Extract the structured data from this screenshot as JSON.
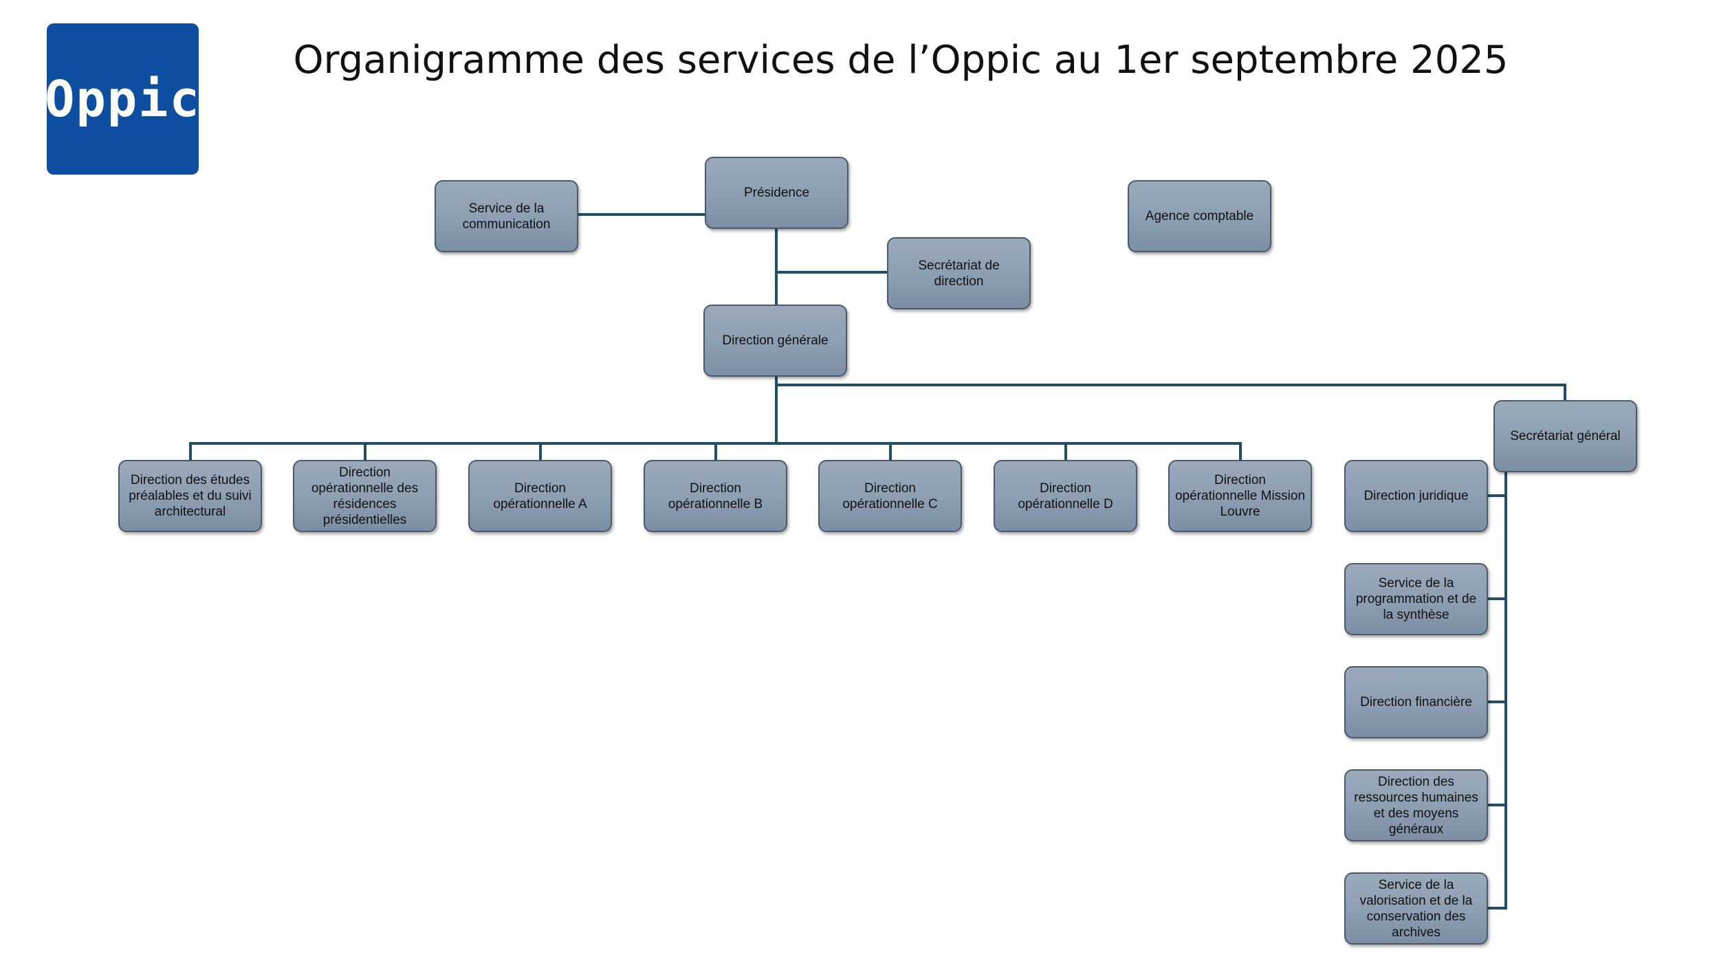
{
  "logo": {
    "text": "Oppic",
    "color": "#0d4ea1"
  },
  "title": "Organigramme des services de l’Oppic au 1er septembre 2025",
  "colors": {
    "box_fill": "#8c9eb1",
    "box_border": "#4a5a6b",
    "connector": "#1f4e6b"
  },
  "nodes": {
    "presidence": "Présidence",
    "communication": "Service de la communication",
    "secretariat_direction": "Secrétariat de direction",
    "agence_comptable": "Agence comptable",
    "direction_generale": "Direction générale",
    "secretariat_general": "Secrétariat général",
    "etudes": "Direction des études préalables et du suivi architectural",
    "residences": "Direction opérationnelle des résidences présidentielles",
    "op_a": "Direction opérationnelle A",
    "op_b": "Direction opérationnelle B",
    "op_c": "Direction opérationnelle C",
    "op_d": "Direction opérationnelle D",
    "louvre": "Direction opérationnelle Mission Louvre",
    "juridique": "Direction juridique",
    "programmation": "Service de la programmation et de la synthèse",
    "financiere": "Direction financière",
    "rh": "Direction des ressources humaines et des moyens généraux",
    "archives": "Service de la valorisation et de la conservation des archives"
  }
}
